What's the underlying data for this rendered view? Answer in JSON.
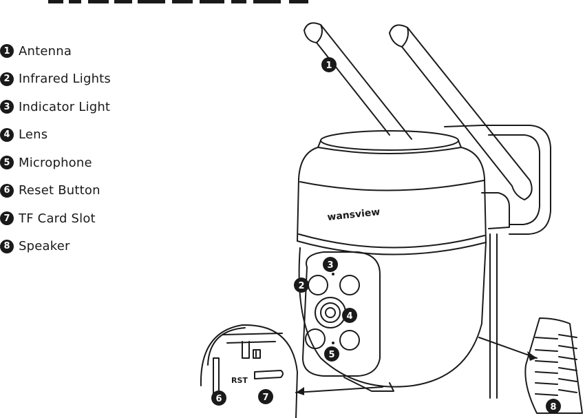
{
  "legend": [
    {
      "num": "1",
      "label": "Antenna"
    },
    {
      "num": "2",
      "label": "Infrared Lights"
    },
    {
      "num": "3",
      "label": "Indicator Light"
    },
    {
      "num": "4",
      "label": "Lens"
    },
    {
      "num": "5",
      "label": "Microphone"
    },
    {
      "num": "6",
      "label": "Reset Button"
    },
    {
      "num": "7",
      "label": "TF Card Slot"
    },
    {
      "num": "8",
      "label": "Speaker"
    }
  ],
  "callouts": {
    "c1": "1",
    "c2": "2",
    "c3": "3",
    "c4": "4",
    "c5": "5",
    "c6": "6",
    "c7": "7",
    "c8": "8"
  },
  "camera": {
    "brand": "wansview",
    "rst": "RST"
  },
  "colors": {
    "ink": "#1a1a1a",
    "paper": "#ffffff"
  }
}
